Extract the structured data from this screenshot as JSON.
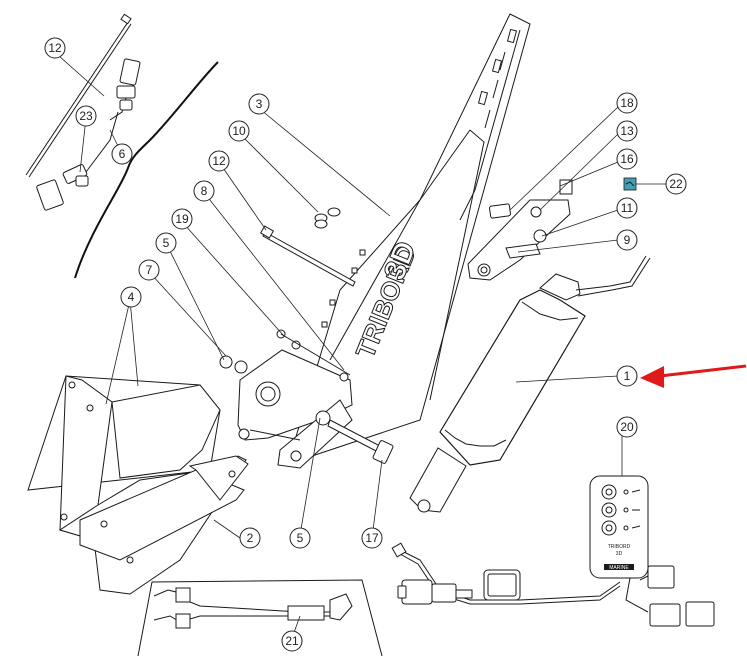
{
  "diagram": {
    "brand_text": "TRIBORD",
    "model_text": "3D",
    "remote_brand": "TRIBORD",
    "remote_model": "3D",
    "remote_maker": "MARINE",
    "callouts": [
      {
        "id": "1",
        "label": "1"
      },
      {
        "id": "2",
        "label": "2"
      },
      {
        "id": "3",
        "label": "3"
      },
      {
        "id": "4",
        "label": "4"
      },
      {
        "id": "5a",
        "label": "5"
      },
      {
        "id": "5b",
        "label": "5"
      },
      {
        "id": "6",
        "label": "6"
      },
      {
        "id": "7",
        "label": "7"
      },
      {
        "id": "8",
        "label": "8"
      },
      {
        "id": "9",
        "label": "9"
      },
      {
        "id": "10",
        "label": "10"
      },
      {
        "id": "11",
        "label": "11"
      },
      {
        "id": "12a",
        "label": "12"
      },
      {
        "id": "12b",
        "label": "12"
      },
      {
        "id": "13",
        "label": "13"
      },
      {
        "id": "16",
        "label": "16"
      },
      {
        "id": "17",
        "label": "17"
      },
      {
        "id": "18",
        "label": "18"
      },
      {
        "id": "19",
        "label": "19"
      },
      {
        "id": "20",
        "label": "20"
      },
      {
        "id": "21",
        "label": "21"
      },
      {
        "id": "22",
        "label": "22"
      },
      {
        "id": "23",
        "label": "23"
      }
    ],
    "colors": {
      "arrow": "#e0191b",
      "highlight": "#3fa0b8",
      "line": "#1a1a1a"
    }
  }
}
